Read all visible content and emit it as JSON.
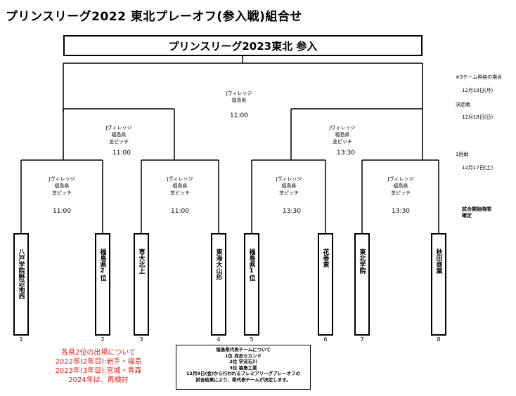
{
  "title": "プリンスリーグ2022 東北プレーオフ(参入戦)組合せ",
  "top_box": "プリンスリーグ2023東北 参入",
  "final": {
    "venue": [
      "Jヴィレッジ",
      "福島県"
    ],
    "time": "11:00"
  },
  "semis": [
    {
      "venue": [
        "Jヴィレッジ",
        "福島県",
        "芝ピッチ"
      ],
      "time": "11:00"
    },
    {
      "venue": [
        "Jヴィレッジ",
        "福島県",
        "芝ピッチ"
      ],
      "time": "13:30"
    }
  ],
  "first_round": [
    {
      "venue": [
        "Jヴィレッジ",
        "福島県",
        "芝ピッチ"
      ],
      "time": "11:00"
    },
    {
      "venue": [
        "Jヴィレッジ",
        "福島県",
        "芝ピッチ"
      ],
      "time": "11:00"
    },
    {
      "venue": [
        "Jヴィレッジ",
        "福島県",
        "芝ピッチ"
      ],
      "time": "13:30"
    },
    {
      "venue": [
        "Jヴィレッジ",
        "福島県",
        "芝ピッチ"
      ],
      "time": "13:30"
    }
  ],
  "teams": [
    {
      "name": "八戸学院野辺地西",
      "num": "1"
    },
    {
      "name": "福島県2位",
      "num": "2"
    },
    {
      "name": "専大北上",
      "num": "3"
    },
    {
      "name": "東海大山形",
      "num": "4"
    },
    {
      "name": "福島県1位",
      "num": "5"
    },
    {
      "name": "花巻東",
      "num": "6"
    },
    {
      "name": "東北学院",
      "num": "7"
    },
    {
      "name": "秋田商業",
      "num": "8"
    }
  ],
  "side_notes": {
    "promotion": "※3チーム昇格の場合",
    "final_date": "12月19日(月)",
    "final_label": "決定戦",
    "semi_date": "12月18日(日)",
    "r1_label": "1回戦",
    "r1_date": "12月17日(土)",
    "kickoff": [
      "試合開始時間",
      "確定"
    ]
  },
  "red_note": [
    "各県2位の出場について",
    "2022年(2年目):岩手・福島",
    "2023年(3年目):宮城・青森",
    "2024年は、再検討"
  ],
  "fukushima_box": [
    "福島県代表チームについて",
    "1位 尚志セカンド",
    "2位 学法石川",
    "3位 福島工業",
    "12月9日(金)から行われるプレミアリーグプレーオフの",
    "試合結果により、県代表チームが決定します。"
  ]
}
